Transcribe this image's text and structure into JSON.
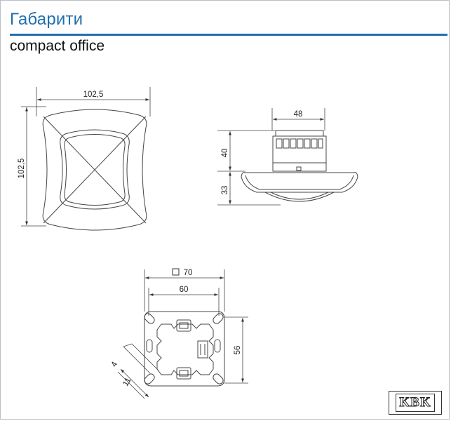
{
  "header": {
    "title": "Габарити",
    "subtitle": "compact office"
  },
  "dimensions": {
    "front_width": "102,5",
    "front_height": "102,5",
    "side_width": "48",
    "side_upper_height": "40",
    "side_lower_height": "33",
    "base_outer": "70",
    "base_inner": "60",
    "base_height": "56",
    "slot_width": "4",
    "slot_length": "11"
  },
  "logo": {
    "text": "KBK"
  },
  "colors": {
    "accent": "#1f6fb0",
    "line": "#333333",
    "frame": "#b9c0c6"
  }
}
